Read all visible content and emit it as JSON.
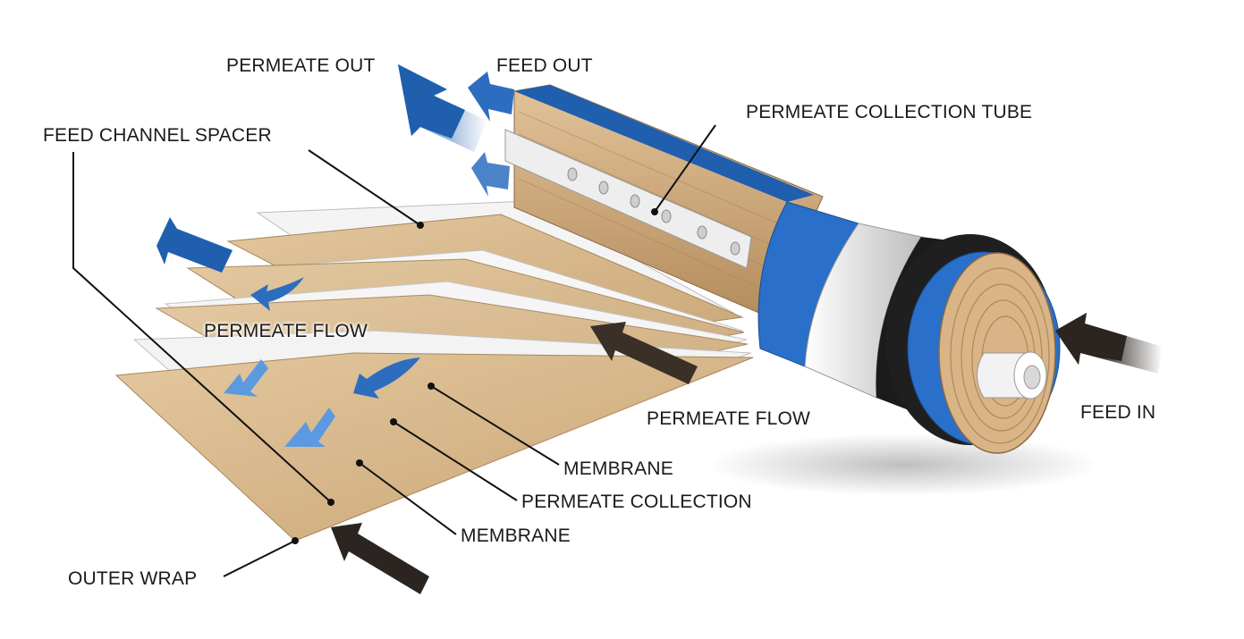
{
  "labels": {
    "permeate_out": "PERMEATE OUT",
    "feed_out": "FEED OUT",
    "permeate_collection_tube": "PERMEATE COLLECTION TUBE",
    "feed_channel_spacer": "FEED CHANNEL SPACER",
    "permeate_flow_left": "PERMEATE FLOW",
    "permeate_flow_center": "PERMEATE FLOW",
    "feed_in": "FEED IN",
    "membrane_upper": "MEMBRANE",
    "permeate_collection": "PERMEATE COLLECTION",
    "membrane_lower": "MEMBRANE",
    "outer_wrap": "OUTER WRAP"
  },
  "colors": {
    "flow_blue": "#1f5fae",
    "membrane_tan": "#d9b98c",
    "tube_blue": "#2a6fc9",
    "dark_arrow": "#2b2420"
  }
}
